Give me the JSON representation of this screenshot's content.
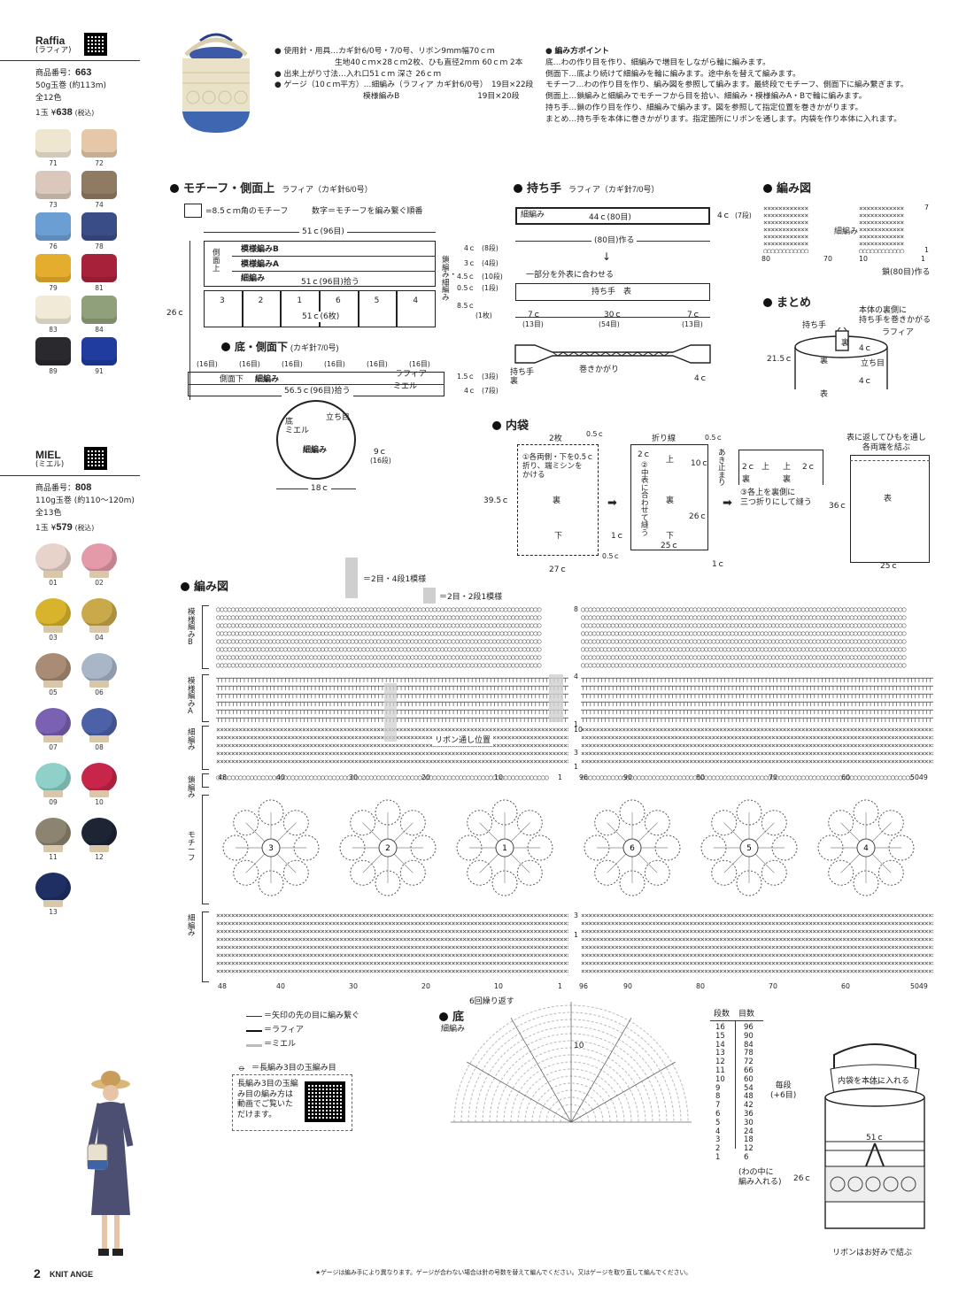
{
  "sidebar": {
    "raffia": {
      "name": "Raffia",
      "name_jp": "(ラフィア)",
      "product_label": "商品番号：",
      "product_no": "663",
      "spec": "50g玉巻 (約113m)",
      "colors": "全12色",
      "price_prefix": "1玉 ¥",
      "price": "638",
      "tax": "(税込)",
      "swatches": [
        {
          "label": "71",
          "color": "#efe6d2"
        },
        {
          "label": "72",
          "color": "#e4c8a8"
        },
        {
          "label": "73",
          "color": "#d9c8bb"
        },
        {
          "label": "74",
          "color": "#8f7a63"
        },
        {
          "label": "76",
          "color": "#6b9fd3"
        },
        {
          "label": "78",
          "color": "#3b4d86"
        },
        {
          "label": "79",
          "color": "#e5ad2e"
        },
        {
          "label": "81",
          "color": "#a8213b"
        },
        {
          "label": "83",
          "color": "#f1ead6"
        },
        {
          "label": "84",
          "color": "#8fa07a"
        },
        {
          "label": "89",
          "color": "#2a2a2e"
        },
        {
          "label": "91",
          "color": "#1f3c9e"
        }
      ]
    },
    "miel": {
      "name": "MIEL",
      "name_jp": "(ミエル)",
      "product_label": "商品番号：",
      "product_no": "808",
      "spec": "110g玉巻 (約110〜120m)",
      "colors": "全13色",
      "price_prefix": "1玉 ¥",
      "price": "579",
      "tax": "(税込)",
      "swatches": [
        {
          "label": "01",
          "color": "#e8d3ca"
        },
        {
          "label": "02",
          "color": "#e49aa8"
        },
        {
          "label": "03",
          "color": "#d8b42c"
        },
        {
          "label": "04",
          "color": "#c9a94a"
        },
        {
          "label": "05",
          "color": "#a98c76"
        },
        {
          "label": "06",
          "color": "#a9b6c8"
        },
        {
          "label": "07",
          "color": "#7b61b1"
        },
        {
          "label": "08",
          "color": "#4c62a8"
        },
        {
          "label": "09",
          "color": "#8fd0c8"
        },
        {
          "label": "10",
          "color": "#c7264a"
        },
        {
          "label": "11",
          "color": "#8c8470"
        },
        {
          "label": "12",
          "color": "#1d2433"
        },
        {
          "label": "13",
          "color": "#1f2f63"
        }
      ]
    }
  },
  "materials": {
    "l1": "使用針・用具…カギ針6/0号・7/0号、リボン9mm幅70ｃｍ",
    "l2": "生地40ｃｍ×28ｃｍ2枚、ひも直径2mm 60ｃｍ 2本",
    "l3": "出来上がり寸法…入れ口51ｃｍ 深さ 26ｃｍ",
    "l4": "ゲージ（10ｃｍ平方）…細編み（ラフィア カギ針6/0号）　19目×22段",
    "l5": "模様編みB　　　　　　　　　　19目×20段"
  },
  "points": {
    "title": "編み方ポイント",
    "p1": "底…わの作り目を作り、細編みで増目をしながら輪に編みます。",
    "p2": "側面下…底より続けて細編みを輪に編みます。途中糸を替えて編みます。",
    "p3": "モチーフ…わの作り目を作り、編み図を参照して編みます。最終段でモチーフ、側面下に編み繋ぎます。",
    "p4": "側面上…鎖編みと細編みでモチーフから目を拾い、細編み・模様編みA・Bで輪に編みます。",
    "p5": "持ち手…鎖の作り目を作り、細編みで編みます。図を参照して指定位置を巻きかがります。",
    "p6": "まとめ…持ち手を本体に巻きかがります。指定箇所にリボンを通します。内袋を作り本体に入れます。"
  },
  "sections": {
    "motif": {
      "title": "モチーフ・側面上",
      "sub": "ラフィア（カギ針6/0号）"
    },
    "handle": {
      "title": "持ち手",
      "sub": "ラフィア（カギ針7/0号）"
    },
    "chart_small": {
      "title": "編み図"
    },
    "finish": {
      "title": "まとめ"
    },
    "bottom_side": {
      "title": "底・側面下",
      "sub": "(カギ針7/0号)"
    },
    "inner": {
      "title": "内袋"
    },
    "chart": {
      "title": "編み図"
    },
    "bottom": {
      "title": "底"
    }
  },
  "motif_diagram": {
    "legend_box": "=8.5ｃｍ角のモチーフ",
    "legend_num": "数字＝モチーフを編み繋ぐ順番",
    "top_width": "51ｃ(96目)",
    "rows": [
      "模様編みB",
      "模様編みA",
      "細編み"
    ],
    "side_label": "側面上",
    "pick": "51ｃ(96目)拾う",
    "motif_nums": [
      "3",
      "2",
      "1",
      "6",
      "5",
      "4"
    ],
    "mid_width": "51ｃ(6枚)",
    "right_r1": "4ｃ",
    "right_r1b": "(8段)",
    "right_r2": "3ｃ",
    "right_r2b": "(4段)",
    "right_r3": "4.5ｃ",
    "right_r3b": "(10段)",
    "right_r4": "0.5ｃ",
    "right_r4b": "(1段)",
    "right_r5": "8.5ｃ",
    "right_r5b": "(1枚)",
    "vert_label": "鎖編み・細編み",
    "height": "26ｃ"
  },
  "bottom_diagram": {
    "segs": [
      "(16目)",
      "(16目)",
      "(16目)",
      "(16目)",
      "(16目)",
      "(16目)"
    ],
    "side_lower": "側面下",
    "stitch": "細編み",
    "raffia": "ラフィア",
    "miel": "ミエル",
    "pick": "56.5ｃ(96目)拾う",
    "r1": "1.5ｃ",
    "r1b": "(3段)",
    "r2": "4ｃ",
    "r2b": "(7段)",
    "circle_bottom": "底",
    "circle_miel": "ミエル",
    "circle_stand": "立ち目",
    "circle_stitch": "細編み",
    "circle_h": "9ｃ",
    "circle_hb": "(16段)",
    "circle_w": "18ｃ"
  },
  "handle_diagram": {
    "stitch": "細編み",
    "len": "44ｃ(80目)",
    "h": "4ｃ",
    "rows": "(7段)",
    "make": "(80目)作る",
    "note": "一部分を外表に合わせる",
    "inner": "持ち手　表",
    "a": "7ｃ",
    "ab": "(13目)",
    "b": "30ｃ",
    "bb": "(54目)",
    "c": "7ｃ",
    "cb": "(13目)",
    "ura": "持ち手\n裏",
    "wrap": "巻きかがり",
    "w4": "4ｃ"
  },
  "small_chart": {
    "stitch": "細編み",
    "n80": "80",
    "n70": "70",
    "n10": "10",
    "n1": "1",
    "r7": "7",
    "r1": "1",
    "make": "鎖(80目)作る"
  },
  "finish_diagram": {
    "note": "本体の裏側に\n持ち手を巻きかがる",
    "raffia": "ラフィア",
    "handle": "持ち手",
    "ura": "裏",
    "omote": "表",
    "h": "21.5ｃ",
    "c4a": "4ｃ",
    "c4b": "4ｃ",
    "stand": "立ち目"
  },
  "inner_diagram": {
    "two": "2枚",
    "h1": "39.5ｃ",
    "n05a": "0.5ｃ",
    "n05b": "0.5ｃ",
    "n05c": "0.5ｃ",
    "step1": "①各両側・下を0.5ｃ\n折り、端ミシンを\nかける",
    "ura": "裏",
    "shita": "下",
    "w27": "27ｃ",
    "fold": "折り線",
    "c2": "2ｃ",
    "c10": "10ｃ",
    "c26": "26ｃ",
    "c25": "25ｃ",
    "c1a": "1ｃ",
    "c1b": "1ｃ",
    "ue": "上",
    "step2": "②中表に合わせて縫う",
    "akidomari": "あき止まり",
    "step3": "③各上を裏側に\n三つ折りにして縫う",
    "c2b": "2ｃ",
    "c2c": "2ｃ",
    "final_note": "表に返してひもを通し\n各両端を結ぶ",
    "omote": "表",
    "c36": "36ｃ",
    "c25b": "25ｃ"
  },
  "chart": {
    "legend1": "＝2目・4段1模様",
    "legend2": "＝2目・2段1模様",
    "row_labels": [
      "模様編みB",
      "模様編みA",
      "細編み",
      "鎖編み",
      "モチーフ",
      "細編み"
    ],
    "ribbon": "リボン通し位置",
    "left_nums": [
      "48",
      "40",
      "30",
      "20",
      "10",
      "1"
    ],
    "right_nums": [
      "96",
      "90",
      "80",
      "70",
      "60",
      "5049"
    ],
    "motif_nums": [
      "3",
      "2",
      "1",
      "6",
      "5",
      "4"
    ],
    "rn8": "8",
    "rn4": "4",
    "rn1": "1",
    "rn10": "10",
    "rn3": "3",
    "rn1b": "1",
    "rn3b": "3",
    "rn1c": "1"
  },
  "legend": {
    "arrow": "＝矢印の先の目に編み繋ぐ",
    "raffia": "＝ラフィア",
    "miel": "＝ミエル",
    "puff": "＝長編み3目の玉編み目",
    "video": "長編み3目の玉編み目の編み方は動画でご覧いただけます。"
  },
  "bottom_chart": {
    "repeat": "6回繰り返す",
    "stitch": "細編み",
    "n10": "10"
  },
  "table": {
    "h1": "段数",
    "h2": "目数",
    "rows": [
      [
        "16",
        "96"
      ],
      [
        "15",
        "90"
      ],
      [
        "14",
        "84"
      ],
      [
        "13",
        "78"
      ],
      [
        "12",
        "72"
      ],
      [
        "11",
        "66"
      ],
      [
        "10",
        "60"
      ],
      [
        "9",
        "54"
      ],
      [
        "8",
        "48"
      ],
      [
        "7",
        "42"
      ],
      [
        "6",
        "36"
      ],
      [
        "5",
        "30"
      ],
      [
        "4",
        "24"
      ],
      [
        "3",
        "18"
      ],
      [
        "2",
        "12"
      ],
      [
        "1",
        "6"
      ]
    ],
    "note1": "毎段\n(+6目)",
    "note2": "(わの中に\n編み入れる)"
  },
  "final_illus": {
    "inner": "内袋を本体に入れる",
    "w": "51ｃ",
    "h": "26ｃ",
    "ribbon": "リボンはお好みで結ぶ"
  },
  "footer": {
    "page": "2",
    "mag": "KNIT ANGE",
    "note": "★ゲージは編み手により異なります。ゲージが合わない場合は針の号数を替えて編んでください。又はゲージを取り直して編んでください。"
  }
}
